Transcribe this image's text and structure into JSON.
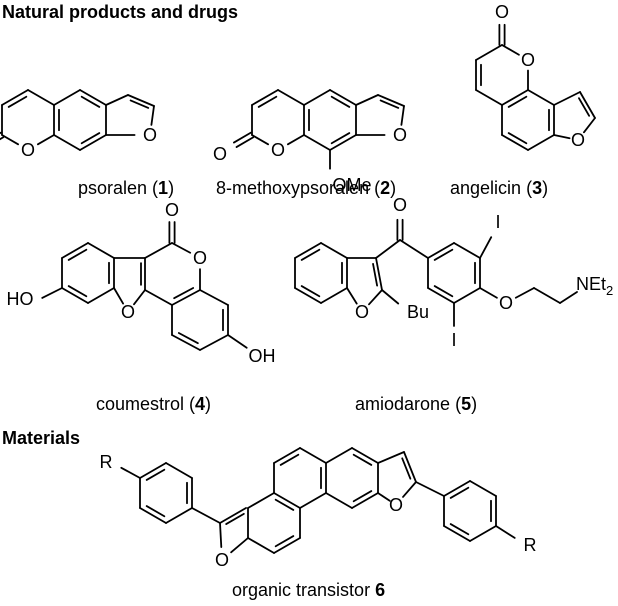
{
  "sections": {
    "natural_products": "Natural products and drugs",
    "materials": "Materials"
  },
  "compounds": [
    {
      "name": "psoralen",
      "number": "1"
    },
    {
      "name": "8-methoxypsoralen",
      "number": "2"
    },
    {
      "name": "angelicin",
      "number": "3"
    },
    {
      "name": "coumestrol",
      "number": "4"
    },
    {
      "name": "amiodarone",
      "number": "5"
    },
    {
      "name": "organic transistor",
      "number": "6"
    }
  ],
  "atom_labels": {
    "oxygen": "O",
    "methoxy": "OMe",
    "hydroxyl": "OH",
    "hydroxyl_left": "HO",
    "butyl": "Bu",
    "iodine": "I",
    "diethylamino": "NEt",
    "diethylamino_sub": "2",
    "r_group": "R"
  }
}
